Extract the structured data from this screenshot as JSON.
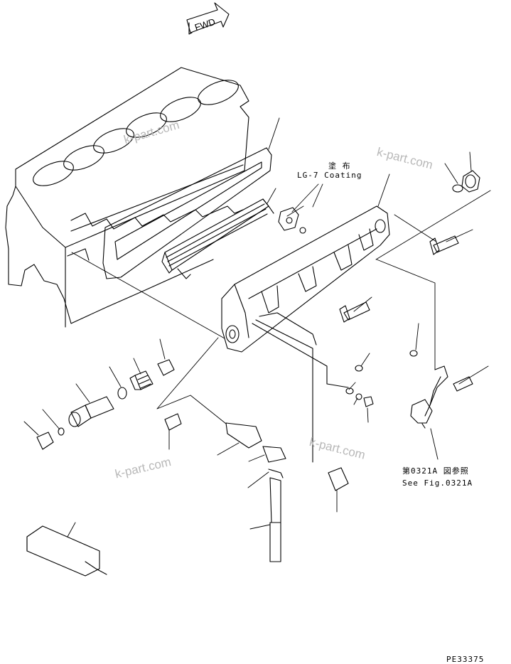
{
  "fwd_label": "FWD",
  "coating": {
    "japanese": "塗 布",
    "english": "LG-7 Coating"
  },
  "reference": {
    "japanese": "第0321A 図参照",
    "english": "See Fig.0321A"
  },
  "drawing_number": "PE33375",
  "watermarks": [
    "k-part.com",
    "k-part.com",
    "k-part.com",
    "k-part.com"
  ],
  "colors": {
    "line": "#000000",
    "watermark": "#b8b8b8",
    "background": "#ffffff"
  }
}
